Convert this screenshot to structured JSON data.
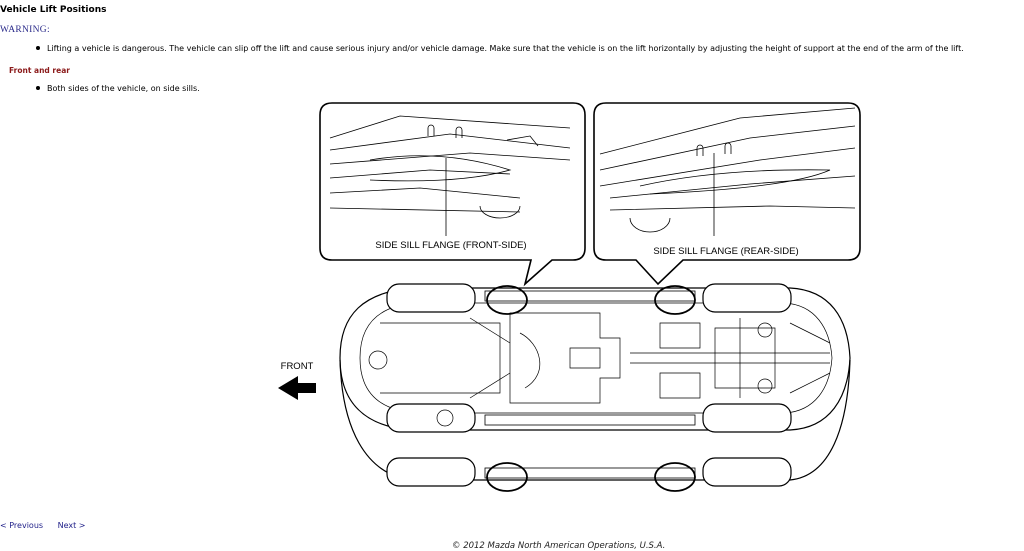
{
  "page": {
    "title": "Vehicle Lift Positions",
    "warning_label": "WARNING:",
    "warning_text": "Lifting a vehicle is dangerous. The vehicle can slip off the lift and cause serious injury and/or vehicle damage. Make sure that the vehicle is on the lift horizontally by adjusting the height of support at the end of the arm of the lift.",
    "section_heading": "Front and rear",
    "section_bullet": "Both sides of the vehicle, on side sills."
  },
  "diagram": {
    "callout_front": "SIDE SILL FLANGE (FRONT-SIDE)",
    "callout_rear": "SIDE SILL FLANGE (REAR-SIDE)",
    "direction_label": "FRONT"
  },
  "nav": {
    "previous": "< Previous",
    "next": "Next >"
  },
  "footer": {
    "copyright": "© 2012 Mazda North American Operations, U.S.A."
  }
}
